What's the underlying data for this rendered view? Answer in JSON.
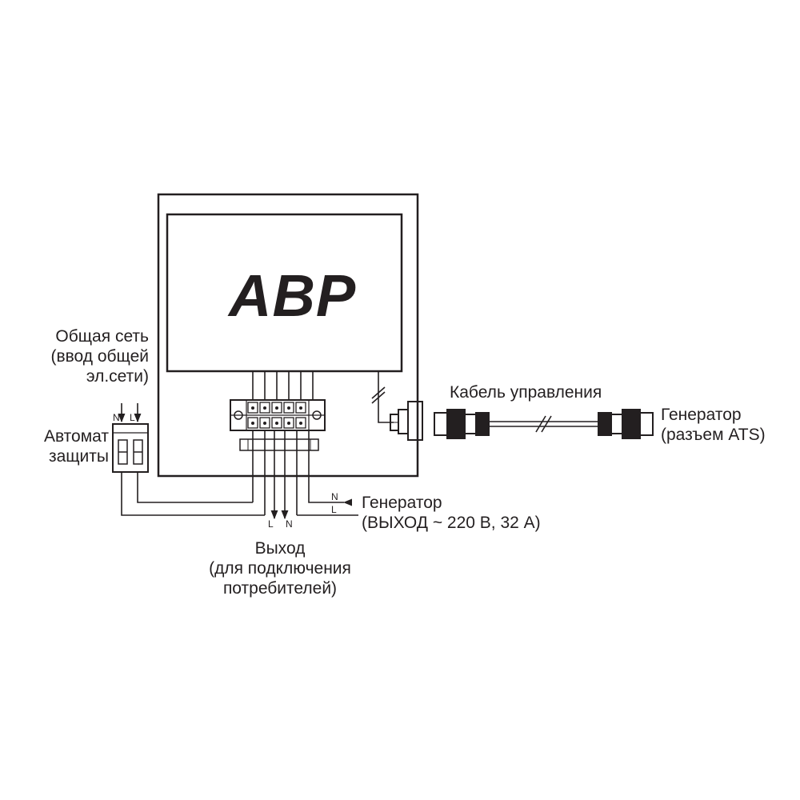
{
  "device": {
    "title": "ABP"
  },
  "mains": {
    "label_lines": [
      "Общая сеть",
      "(ввод общей",
      "эл.сети)"
    ],
    "n": "N",
    "l": "L"
  },
  "breaker": {
    "label_lines": [
      "Автомат",
      "защиты"
    ]
  },
  "control_cable": {
    "label": "Кабель управления"
  },
  "generator_connector": {
    "label_lines": [
      "Генератор",
      "(разъем ATS)"
    ]
  },
  "generator_output": {
    "label_lines": [
      "Генератор",
      "(ВЫХОД ~ 220 В, 32 А)"
    ],
    "n": "N",
    "l": "L"
  },
  "output": {
    "label_lines": [
      "Выход",
      "(для подключения",
      "потребителей)"
    ],
    "l": "L",
    "n": "N"
  },
  "colors": {
    "line": "#231f20",
    "background": "#ffffff"
  }
}
